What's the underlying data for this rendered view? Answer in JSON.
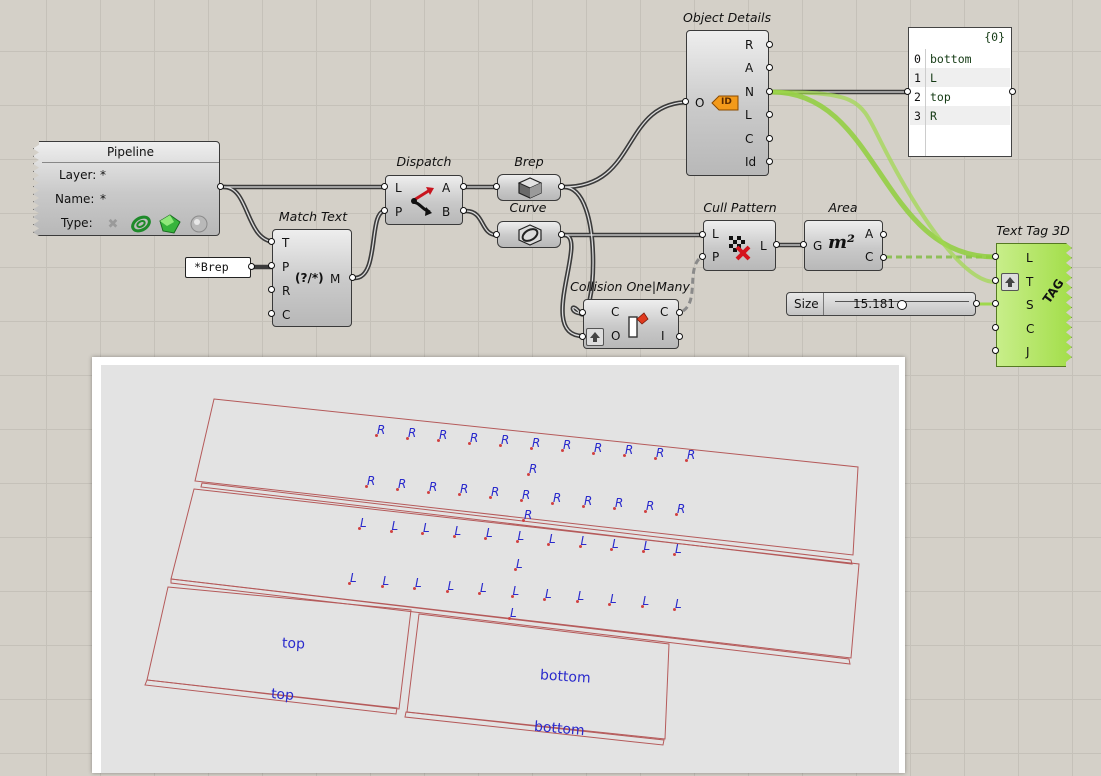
{
  "pipeline": {
    "title": "Pipeline",
    "layer_label": "Layer:",
    "layer_value": "*",
    "name_label": "Name:",
    "name_value": "*",
    "type_label": "Type:",
    "type_icons": [
      "point-filter-icon",
      "curve-filter-icon",
      "brep-filter-icon",
      "mesh-filter-icon"
    ]
  },
  "match_text": {
    "title": "Match Text",
    "inputs": [
      "T",
      "P",
      "R",
      "C"
    ],
    "output": "M",
    "symbol": "(?/*)"
  },
  "brep_pattern": {
    "value": "*Brep"
  },
  "dispatch": {
    "title": "Dispatch",
    "inputs": [
      "L",
      "P"
    ],
    "outputs": [
      "A",
      "B"
    ]
  },
  "brep": {
    "title": "Brep"
  },
  "curve": {
    "title": "Curve"
  },
  "object_details": {
    "title": "Object Details",
    "input": "O",
    "outputs": [
      "R",
      "A",
      "N",
      "L",
      "C",
      "Id"
    ],
    "id_badge": "ID"
  },
  "list_panel": {
    "header": "{0}",
    "rows": [
      [
        "0",
        "bottom"
      ],
      [
        "1",
        "L"
      ],
      [
        "2",
        "top"
      ],
      [
        "3",
        "R"
      ]
    ]
  },
  "cull_pattern": {
    "title": "Cull Pattern",
    "inputs": [
      "L",
      "P"
    ],
    "output": "L"
  },
  "area": {
    "title": "Area",
    "input": "G",
    "outputs": [
      "A",
      "C"
    ],
    "symbol": "m²"
  },
  "collision": {
    "title": "Collision One|Many",
    "inputs": [
      "C",
      "O"
    ],
    "outputs": [
      "C",
      "I"
    ]
  },
  "text_tag": {
    "title": "Text Tag 3D",
    "inputs": [
      "L",
      "T",
      "S",
      "C",
      "J"
    ],
    "badge": "TAG"
  },
  "size_slider": {
    "label": "Size",
    "value": "15.181"
  },
  "viewport": {
    "r_label": "R",
    "l_label": "L",
    "top_labels": [
      "top",
      "top"
    ],
    "bottom_labels": [
      "bottom",
      "bottom"
    ]
  }
}
